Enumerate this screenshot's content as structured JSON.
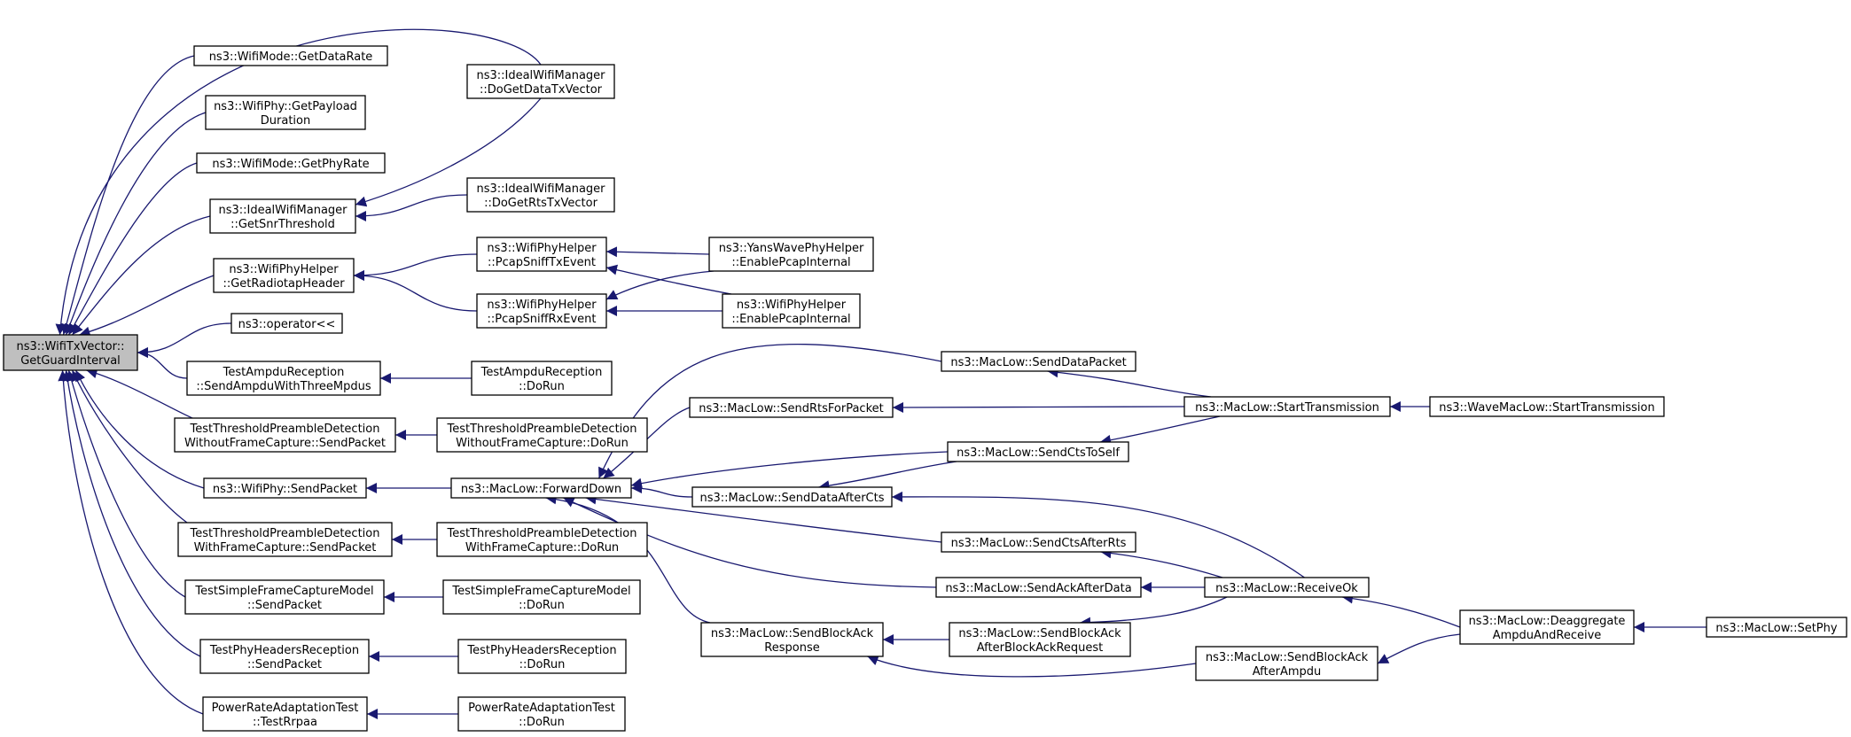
{
  "colors": {
    "edge": "#191970",
    "root_fill": "#bfbfbf",
    "node_fill": "#ffffff",
    "node_border": "#000000"
  },
  "nodes": [
    {
      "id": "root",
      "lines": [
        "ns3::WifiTxVector::",
        "GetGuardInterval"
      ],
      "root": true
    },
    {
      "id": "getDataRate",
      "lines": [
        "ns3::WifiMode::GetDataRate"
      ]
    },
    {
      "id": "getPayloadDuration",
      "lines": [
        "ns3::WifiPhy::GetPayload",
        "Duration"
      ]
    },
    {
      "id": "getPhyRate",
      "lines": [
        "ns3::WifiMode::GetPhyRate"
      ]
    },
    {
      "id": "getSnrThreshold",
      "lines": [
        "ns3::IdealWifiManager",
        "::GetSnrThreshold"
      ]
    },
    {
      "id": "getRadiotapHeader",
      "lines": [
        "ns3::WifiPhyHelper",
        "::GetRadiotapHeader"
      ]
    },
    {
      "id": "operatorShift",
      "lines": [
        "ns3::operator<<"
      ]
    },
    {
      "id": "sendAmpdu3",
      "lines": [
        "TestAmpduReception",
        "::SendAmpduWithThreeMpdus"
      ]
    },
    {
      "id": "threshWithoutSend",
      "lines": [
        "TestThresholdPreambleDetection",
        "WithoutFrameCapture::SendPacket"
      ]
    },
    {
      "id": "wifiPhySendPacket",
      "lines": [
        "ns3::WifiPhy::SendPacket"
      ]
    },
    {
      "id": "threshWithSend",
      "lines": [
        "TestThresholdPreambleDetection",
        "WithFrameCapture::SendPacket"
      ]
    },
    {
      "id": "simpleCapSend",
      "lines": [
        "TestSimpleFrameCaptureModel",
        "::SendPacket"
      ]
    },
    {
      "id": "phyHeadersSend",
      "lines": [
        "TestPhyHeadersReception",
        "::SendPacket"
      ]
    },
    {
      "id": "testRrpaa",
      "lines": [
        "PowerRateAdaptationTest",
        "::TestRrpaa"
      ]
    },
    {
      "id": "doGetDataTx",
      "lines": [
        "ns3::IdealWifiManager",
        "::DoGetDataTxVector"
      ]
    },
    {
      "id": "doGetRtsTx",
      "lines": [
        "ns3::IdealWifiManager",
        "::DoGetRtsTxVector"
      ]
    },
    {
      "id": "pcapTx",
      "lines": [
        "ns3::WifiPhyHelper",
        "::PcapSniffTxEvent"
      ]
    },
    {
      "id": "pcapRx",
      "lines": [
        "ns3::WifiPhyHelper",
        "::PcapSniffRxEvent"
      ]
    },
    {
      "id": "ampduDoRun",
      "lines": [
        "TestAmpduReception",
        "::DoRun"
      ]
    },
    {
      "id": "threshWithoutRun",
      "lines": [
        "TestThresholdPreambleDetection",
        "WithoutFrameCapture::DoRun"
      ]
    },
    {
      "id": "forwardDown",
      "lines": [
        "ns3::MacLow::ForwardDown"
      ]
    },
    {
      "id": "threshWithRun",
      "lines": [
        "TestThresholdPreambleDetection",
        "WithFrameCapture::DoRun"
      ]
    },
    {
      "id": "simpleCapRun",
      "lines": [
        "TestSimpleFrameCaptureModel",
        "::DoRun"
      ]
    },
    {
      "id": "phyHeadersRun",
      "lines": [
        "TestPhyHeadersReception",
        "::DoRun"
      ]
    },
    {
      "id": "rateAdaptRun",
      "lines": [
        "PowerRateAdaptationTest",
        "::DoRun"
      ]
    },
    {
      "id": "yansEnable",
      "lines": [
        "ns3::YansWavePhyHelper",
        "::EnablePcapInternal"
      ]
    },
    {
      "id": "wifiEnable",
      "lines": [
        "ns3::WifiPhyHelper",
        "::EnablePcapInternal"
      ]
    },
    {
      "id": "sendRts",
      "lines": [
        "ns3::MacLow::SendRtsForPacket"
      ]
    },
    {
      "id": "sendDataAfterCts",
      "lines": [
        "ns3::MacLow::SendDataAfterCts"
      ]
    },
    {
      "id": "sendBlockAckResp",
      "lines": [
        "ns3::MacLow::SendBlockAck",
        "Response"
      ]
    },
    {
      "id": "sendDataPacket",
      "lines": [
        "ns3::MacLow::SendDataPacket"
      ]
    },
    {
      "id": "sendCtsToSelf",
      "lines": [
        "ns3::MacLow::SendCtsToSelf"
      ]
    },
    {
      "id": "sendCtsAfterRts",
      "lines": [
        "ns3::MacLow::SendCtsAfterRts"
      ]
    },
    {
      "id": "sendAckAfterData",
      "lines": [
        "ns3::MacLow::SendAckAfterData"
      ]
    },
    {
      "id": "sendBlockAckAfterReq",
      "lines": [
        "ns3::MacLow::SendBlockAck",
        "AfterBlockAckRequest"
      ]
    },
    {
      "id": "startTx",
      "lines": [
        "ns3::MacLow::StartTransmission"
      ]
    },
    {
      "id": "receiveOk",
      "lines": [
        "ns3::MacLow::ReceiveOk"
      ]
    },
    {
      "id": "sendBlockAckAfterAmpdu",
      "lines": [
        "ns3::MacLow::SendBlockAck",
        "AfterAmpdu"
      ]
    },
    {
      "id": "waveStartTx",
      "lines": [
        "ns3::WaveMacLow::StartTransmission"
      ]
    },
    {
      "id": "deaggregate",
      "lines": [
        "ns3::MacLow::Deaggregate",
        "AmpduAndReceive"
      ]
    },
    {
      "id": "setPhy",
      "lines": [
        "ns3::MacLow::SetPhy"
      ]
    }
  ],
  "edges": [
    {
      "from": "getDataRate",
      "to": "root"
    },
    {
      "from": "getPayloadDuration",
      "to": "root"
    },
    {
      "from": "getPhyRate",
      "to": "root"
    },
    {
      "from": "getSnrThreshold",
      "to": "root"
    },
    {
      "from": "getRadiotapHeader",
      "to": "root"
    },
    {
      "from": "operatorShift",
      "to": "root"
    },
    {
      "from": "sendAmpdu3",
      "to": "root"
    },
    {
      "from": "threshWithoutSend",
      "to": "root"
    },
    {
      "from": "wifiPhySendPacket",
      "to": "root"
    },
    {
      "from": "threshWithSend",
      "to": "root"
    },
    {
      "from": "simpleCapSend",
      "to": "root"
    },
    {
      "from": "phyHeadersSend",
      "to": "root"
    },
    {
      "from": "testRrpaa",
      "to": "root"
    },
    {
      "from": "doGetDataTx",
      "to": "root"
    },
    {
      "from": "doGetDataTx",
      "to": "getSnrThreshold"
    },
    {
      "from": "doGetRtsTx",
      "to": "getSnrThreshold"
    },
    {
      "from": "pcapTx",
      "to": "getRadiotapHeader"
    },
    {
      "from": "pcapRx",
      "to": "getRadiotapHeader"
    },
    {
      "from": "yansEnable",
      "to": "pcapTx"
    },
    {
      "from": "wifiEnable",
      "to": "pcapTx"
    },
    {
      "from": "yansEnable",
      "to": "pcapRx"
    },
    {
      "from": "wifiEnable",
      "to": "pcapRx"
    },
    {
      "from": "ampduDoRun",
      "to": "sendAmpdu3"
    },
    {
      "from": "threshWithoutRun",
      "to": "threshWithoutSend"
    },
    {
      "from": "forwardDown",
      "to": "wifiPhySendPacket"
    },
    {
      "from": "threshWithRun",
      "to": "threshWithSend"
    },
    {
      "from": "simpleCapRun",
      "to": "simpleCapSend"
    },
    {
      "from": "phyHeadersRun",
      "to": "phyHeadersSend"
    },
    {
      "from": "rateAdaptRun",
      "to": "testRrpaa"
    },
    {
      "from": "sendDataPacket",
      "to": "forwardDown"
    },
    {
      "from": "sendRts",
      "to": "forwardDown"
    },
    {
      "from": "sendCtsToSelf",
      "to": "forwardDown"
    },
    {
      "from": "sendDataAfterCts",
      "to": "forwardDown"
    },
    {
      "from": "sendCtsAfterRts",
      "to": "forwardDown"
    },
    {
      "from": "sendAckAfterData",
      "to": "forwardDown"
    },
    {
      "from": "sendBlockAckResp",
      "to": "forwardDown"
    },
    {
      "from": "startTx",
      "to": "sendDataPacket"
    },
    {
      "from": "startTx",
      "to": "sendRts"
    },
    {
      "from": "startTx",
      "to": "sendCtsToSelf"
    },
    {
      "from": "sendCtsToSelf",
      "to": "sendDataAfterCts"
    },
    {
      "from": "receiveOk",
      "to": "sendDataAfterCts"
    },
    {
      "from": "receiveOk",
      "to": "sendCtsAfterRts"
    },
    {
      "from": "receiveOk",
      "to": "sendAckAfterData"
    },
    {
      "from": "receiveOk",
      "to": "sendBlockAckAfterReq"
    },
    {
      "from": "sendBlockAckAfterReq",
      "to": "sendBlockAckResp"
    },
    {
      "from": "sendBlockAckAfterAmpdu",
      "to": "sendBlockAckResp"
    },
    {
      "from": "waveStartTx",
      "to": "startTx"
    },
    {
      "from": "deaggregate",
      "to": "receiveOk"
    },
    {
      "from": "deaggregate",
      "to": "sendBlockAckAfterAmpdu"
    },
    {
      "from": "setPhy",
      "to": "deaggregate"
    }
  ]
}
